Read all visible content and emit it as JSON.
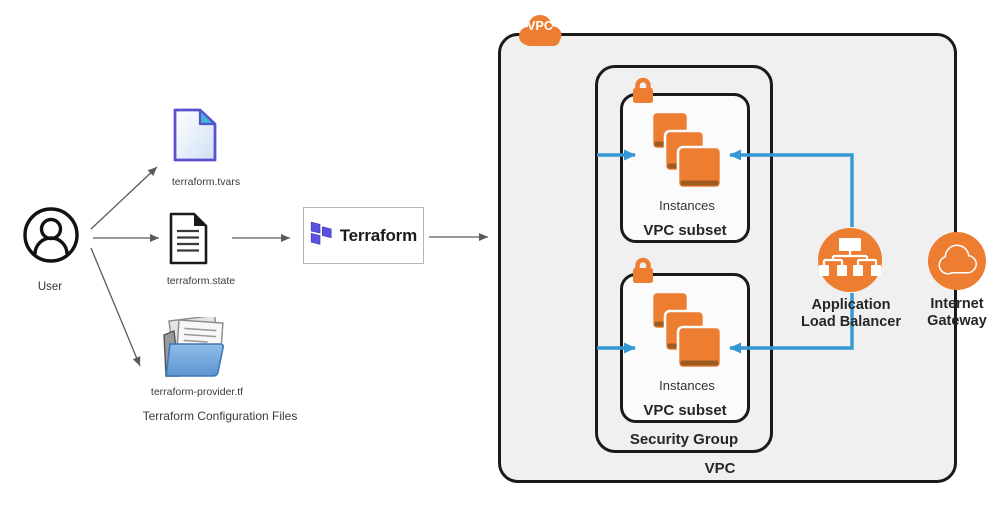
{
  "diagram": {
    "user": {
      "label": "User"
    },
    "config_files": {
      "caption": "Terraform Configuration Files",
      "items": [
        {
          "name": "tvars",
          "label": "terraform.tvars"
        },
        {
          "name": "state",
          "label": "terraform.state"
        },
        {
          "name": "provider",
          "label": "terraform-provider.tf"
        }
      ]
    },
    "terraform": {
      "label": "Terraform"
    },
    "vpc": {
      "badge": "VPC",
      "label": "VPC"
    },
    "security_group": {
      "label": "Security Group"
    },
    "subnets": [
      {
        "instances_label": "Instances",
        "label": "VPC subset"
      },
      {
        "instances_label": "Instances",
        "label": "VPC subset"
      }
    ],
    "load_balancer": {
      "line1": "Application",
      "line2": "Load Balancer"
    },
    "internet_gateway": {
      "line1": "Internet",
      "line2": "Gateway"
    }
  },
  "colors": {
    "aws_orange": "#ED7D31",
    "instance_shadow": "#9C5B20",
    "arrow_blue": "#3598D4",
    "arrow_gray": "#5a5a5a",
    "terraform_purple": "#5B51E0",
    "vpc_fill": "#F0F0F1",
    "subset_fill": "#FBFBFB",
    "border_black": "#1A1A1A",
    "doc_border_purple": "#5B51CE",
    "doc_fold_teal": "#3EB6D4",
    "folder_blue": "#6FA8DC"
  }
}
